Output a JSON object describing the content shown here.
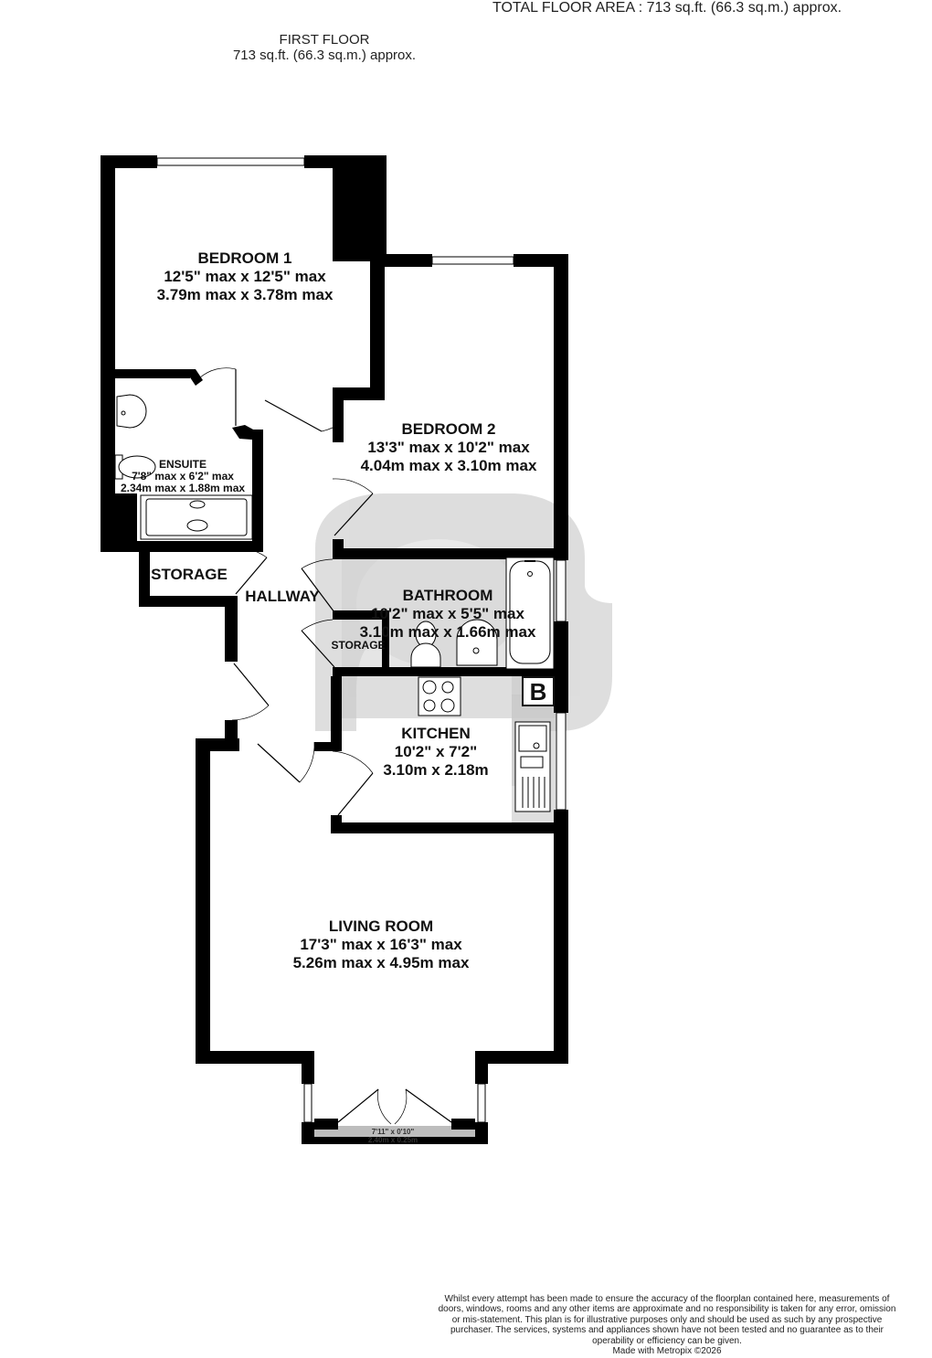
{
  "header": {
    "floor_name": "FIRST FLOOR",
    "floor_area": "713 sq.ft. (66.3 sq.m.) approx."
  },
  "rooms": {
    "bedroom1": {
      "name": "BEDROOM 1",
      "imperial": "12'5\" max x 12'5\" max",
      "metric": "3.79m max x 3.78m max"
    },
    "bedroom2": {
      "name": "BEDROOM 2",
      "imperial": "13'3\" max x 10'2\" max",
      "metric": "4.04m max x 3.10m max"
    },
    "ensuite": {
      "name": "ENSUITE",
      "imperial": "7'8\" max x 6'2\" max",
      "metric": "2.34m max x 1.88m max"
    },
    "storage1": {
      "name": "STORAGE"
    },
    "hallway": {
      "name": "HALLWAY"
    },
    "bathroom": {
      "name": "BATHROOM",
      "imperial": "10'2\" max x 5'5\" max",
      "metric": "3.10m max x 1.66m max"
    },
    "storage2": {
      "name": "STORAGE"
    },
    "kitchen": {
      "name": "KITCHEN",
      "imperial": "10'2\"  x 7'2\"",
      "metric": "3.10m  x 2.18m"
    },
    "living_room": {
      "name": "LIVING ROOM",
      "imperial": "17'3\" max x 16'3\" max",
      "metric": "5.26m max x 4.95m max"
    },
    "balcony": {
      "imperial": "7'11\"  x 0'10\"",
      "metric": "2.40m  x 0.25m"
    }
  },
  "fixtures": {
    "boiler_label": "B"
  },
  "footer": {
    "total_area": "TOTAL FLOOR AREA : 713 sq.ft. (66.3 sq.m.) approx.",
    "disclaimer": "Whilst every attempt has been made to ensure the accuracy of the floorplan contained here, measurements of doors, windows, rooms and any other items are approximate and no responsibility is taken for any error, omission or mis-statement. This plan is for illustrative purposes only and should be used as such by any prospective purchaser. The services, systems and appliances shown have not been tested and no guarantee as to their operability or efficiency can be given.",
    "credit": "Made with Metropix ©2026"
  },
  "colors": {
    "wall": "#000000",
    "fixture_fill": "#c8c8c8",
    "watermark": "#d6d6d6"
  }
}
